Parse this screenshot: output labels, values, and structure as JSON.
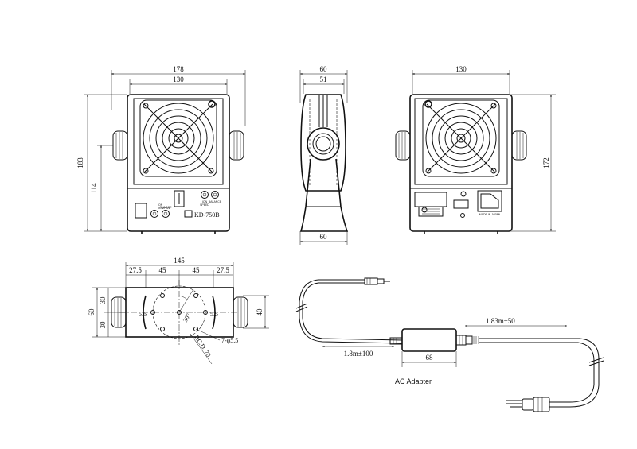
{
  "front_view": {
    "width_overall": "178",
    "width_body": "130",
    "height_overall": "183",
    "height_mount": "114",
    "model_label": "KD-750B",
    "switch_label_left": "ON\nION/FAN",
    "switch_label_right": "CHARGE",
    "knob_label_left": "ION\nSPEED",
    "knob_label_right": "BALANCE"
  },
  "side_view": {
    "width_top": "60",
    "width_body": "51",
    "width_base": "60"
  },
  "rear_view": {
    "width_body": "130",
    "height_body": "172",
    "plate_text": "MADE IN JAPAN"
  },
  "bottom_view": {
    "width_overall": "145",
    "seg_1": "27.5",
    "seg_2": "45",
    "seg_3": "45",
    "seg_4": "27.5",
    "height_overall": "60",
    "height_upper": "30",
    "height_lower": "30",
    "height_center": "40",
    "slot_left": "5.6",
    "slot_right": "5.5",
    "angle": "30°",
    "holes": "7-φ5.5",
    "pcd": "P.C.D. 70"
  },
  "adapter": {
    "cable_output": "1.83m±50",
    "cable_input": "1.8m±100",
    "adapter_width": "68",
    "caption": "AC Adapter"
  }
}
